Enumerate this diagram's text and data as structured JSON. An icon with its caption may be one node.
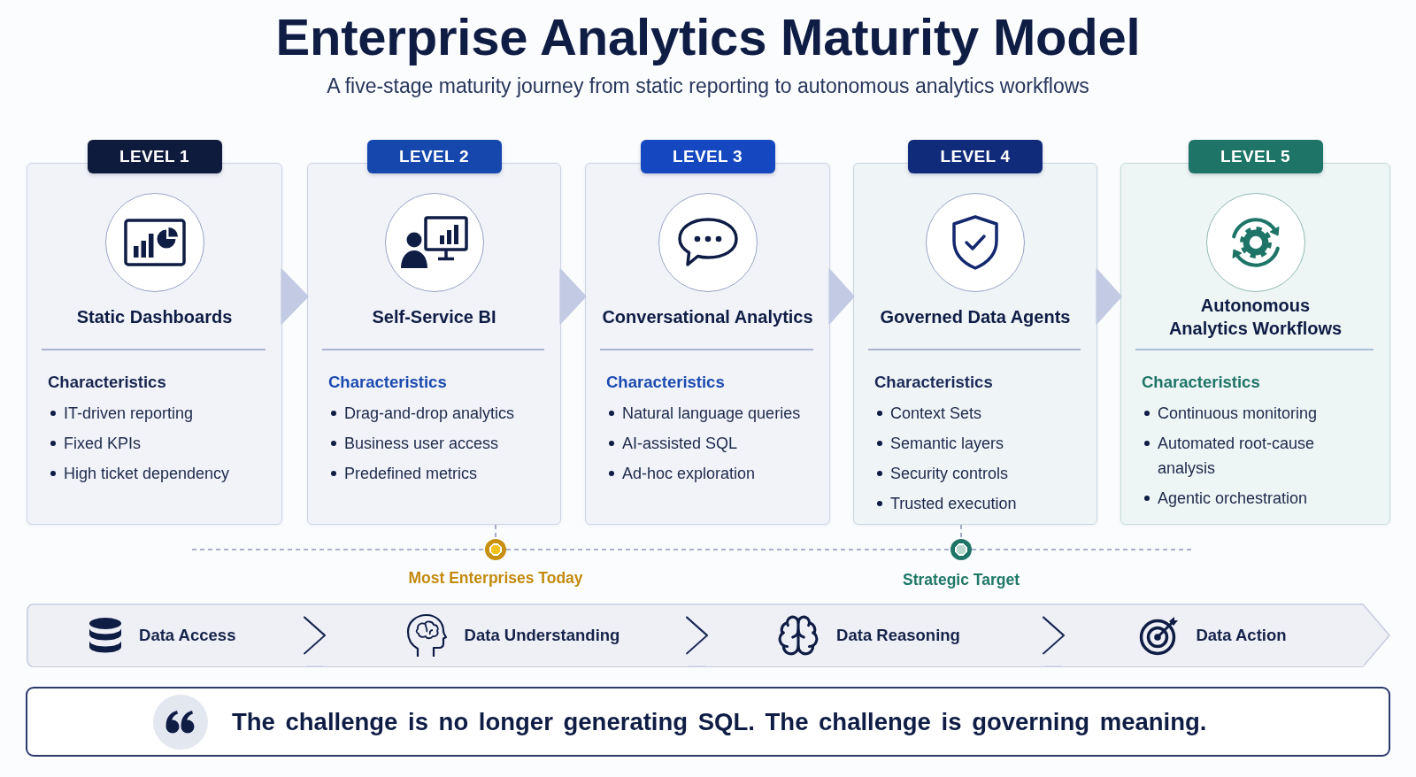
{
  "diagram": {
    "title": "Enterprise Analytics Maturity Model",
    "nodes": [
      {
        "text": [
          "LEVEL 1",
          "Static Dashboards",
          "Characteristics",
          "IT-driven reporting",
          "Fixed KPIs",
          "High ticket dependency"
        ]
      },
      {
        "text": [
          "LEVEL 2",
          "Self-Service BI",
          "Characteristics",
          "Drag-and-drop analytics",
          "Business user access",
          "Predefined metrics"
        ]
      },
      {
        "text": [
          "LEVEL 3",
          "Conversational Analytics",
          "Characteristics",
          "Natural language queries",
          "AI-assisted SQL",
          "Ad-hoc exploration"
        ]
      },
      {
        "text": [
          "LEVEL 4",
          "Governed Data Agents",
          "Characteristics",
          "Context Sets",
          "Semantic layers",
          "Security controls",
          "Trusted execution"
        ]
      },
      {
        "text": [
          "LEVEL 5",
          "Autonomous Analytics Workflows",
          "Characteristics",
          "Continuous monitoring",
          "Automated root-cause analysis",
          "Agentic orchestration"
        ]
      },
      {
        "text": [],
        "shape": "circle",
        "beside": [
          "Most Enterprises Today"
        ]
      },
      {
        "text": [],
        "shape": "circle",
        "beside": [
          "Strategic Target"
        ]
      },
      {
        "text": [],
        "shape": "band"
      },
      {
        "text": [
          "Data Access"
        ],
        "in": 7
      },
      {
        "text": [
          "Data Understanding"
        ],
        "in": 7
      },
      {
        "text": [
          "Data Reasoning"
        ],
        "in": 7
      },
      {
        "text": [
          "Data Action"
        ],
        "in": 7
      },
      {
        "text": [
          "The challenge is no longer generating SQL. The challenge is governing meaning."
        ]
      }
    ],
    "edges": [
      {
        "from": 0,
        "to": 1,
        "arrow": "to",
        "color": "#c2cbe3"
      },
      {
        "from": 1,
        "to": 2,
        "arrow": "to",
        "color": "#c2cbe3"
      },
      {
        "from": 2,
        "to": 3,
        "arrow": "to",
        "color": "#c2cbe3"
      },
      {
        "from": 3,
        "to": 4,
        "arrow": "to",
        "color": "#c2cbe3"
      },
      {
        "from": 1,
        "to": 5,
        "arrow": "none",
        "style": "dashed"
      },
      {
        "from": 3,
        "to": 6,
        "arrow": "none",
        "style": "dashed"
      },
      {
        "from": null,
        "to": 5,
        "arrow": "none",
        "style": "dashed"
      },
      {
        "from": 5,
        "to": 6,
        "arrow": "none",
        "style": "dashed"
      },
      {
        "from": 6,
        "to": null,
        "arrow": "none",
        "style": "dashed"
      },
      {
        "from": 8,
        "to": 9,
        "arrow": "to",
        "color": "#1b2a55"
      },
      {
        "from": 9,
        "to": 10,
        "arrow": "to",
        "color": "#1b2a55"
      },
      {
        "from": 10,
        "to": 11,
        "arrow": "to",
        "color": "#1b2a55"
      }
    ],
    "labels": [
      "A five-stage maturity journey from static reporting to autonomous analytics workflows"
    ]
  }
}
